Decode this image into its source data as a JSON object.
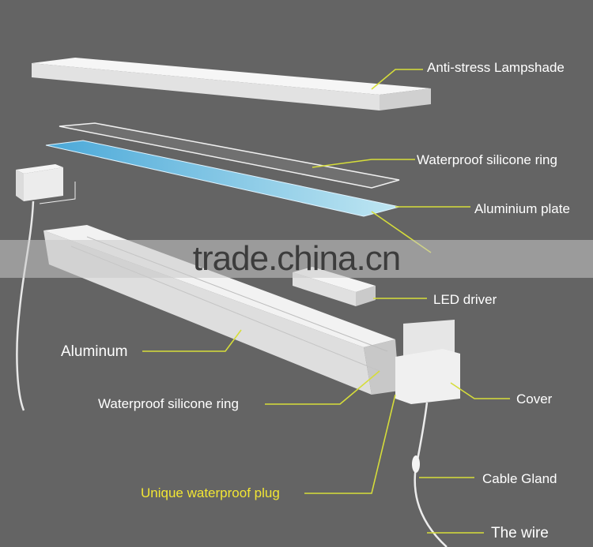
{
  "labels": {
    "lampshade": "Anti-stress Lampshade",
    "ring_top": "Waterproof silicone ring",
    "plate": "Aluminium  plate",
    "driver": "LED driver",
    "aluminum": "Aluminum",
    "ring_bottom": "Waterproof silicone ring",
    "cover": "Cover",
    "gland": "Cable Gland",
    "plug": "Unique waterproof plug",
    "wire": "The wire"
  },
  "watermark": "trade.china.cn",
  "colors": {
    "background": "#646464",
    "leader": "#d6dd3a",
    "highlight": "#f2e634"
  }
}
